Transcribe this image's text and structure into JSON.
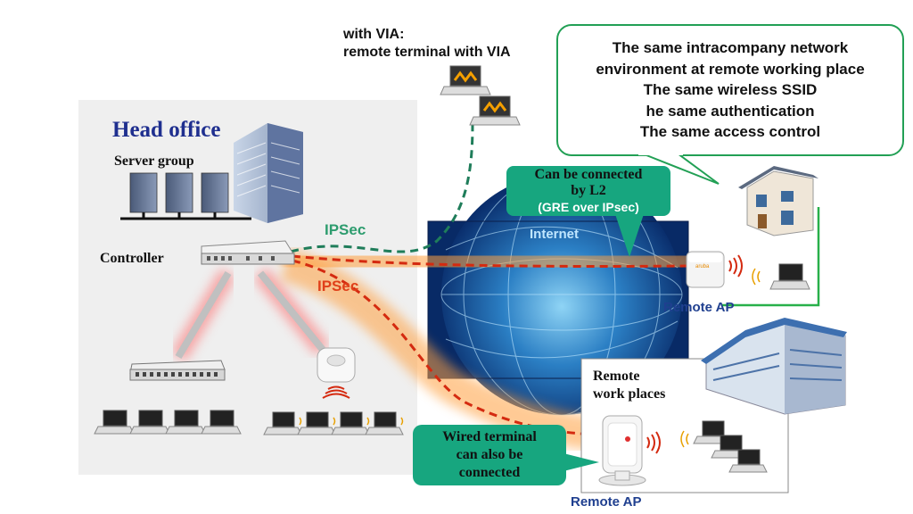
{
  "head_office": {
    "title": "Head office",
    "server_group": "Server group",
    "controller": "Controller"
  },
  "tunnels": {
    "ipsec_via": "IPSec",
    "ipsec_ap": "IPSec",
    "internet": "Internet"
  },
  "via": {
    "line1": "with VIA:",
    "line2": "remote terminal with VIA"
  },
  "callout_top": {
    "line1": "The same intracompany network",
    "line2": "environment at remote working place",
    "line3": "The same wireless SSID",
    "line4": "he same authentication",
    "line5": "The same access control"
  },
  "callout_l2": {
    "line1": "Can be connected",
    "line2": "by L2",
    "line3": "(GRE over IPsec)"
  },
  "callout_wired": {
    "line1": "Wired terminal",
    "line2": "can also be",
    "line3": "connected"
  },
  "remote_ap_home": "Remote AP",
  "remote_ap_work": "Remote AP",
  "remote_work": {
    "line1": "Remote",
    "line2": "work places"
  },
  "colors": {
    "head_office_title": "#1f2f8f",
    "callout_fill": "#17a67f",
    "callout_border": "#1e9e4f",
    "ipsec_green": "#2d9c6e",
    "ipsec_red": "#e0401a",
    "remote_ap_text": "#1f3f8f"
  }
}
